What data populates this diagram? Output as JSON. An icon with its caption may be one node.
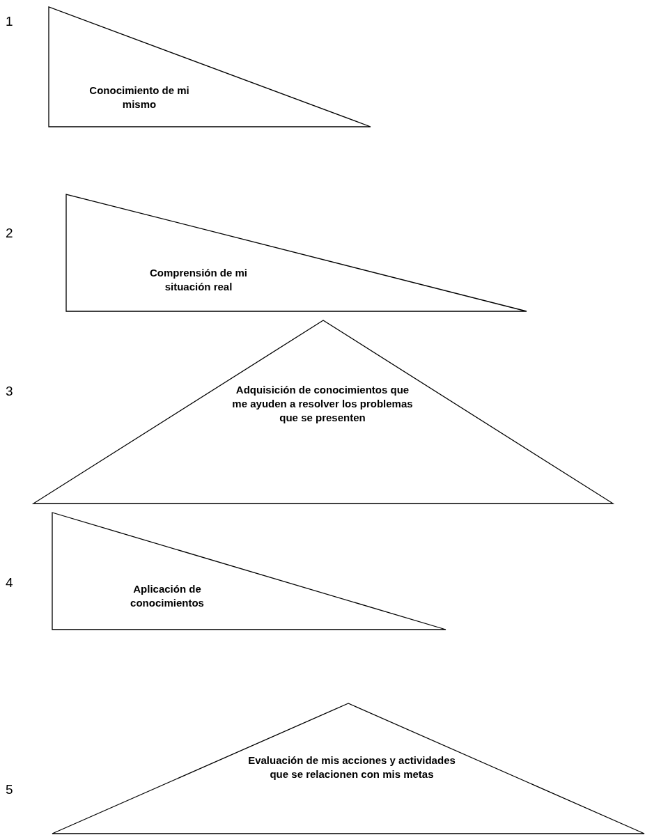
{
  "diagram": {
    "nodes": [
      {
        "text": [
          "Conocimiento de mi mismo"
        ]
      },
      {
        "text": [
          "Comprensión de mi situación real"
        ]
      },
      {
        "text": [
          "Adquisición de conocimientos que me ayuden a resolver los problemas que se presenten"
        ]
      },
      {
        "text": [
          "Aplicación de conocimientos"
        ]
      },
      {
        "text": [
          "Evaluación de mis acciones y actividades que se relacionen con mis metas"
        ]
      }
    ],
    "labels": [
      "1",
      "2",
      "3",
      "4",
      "5"
    ]
  }
}
